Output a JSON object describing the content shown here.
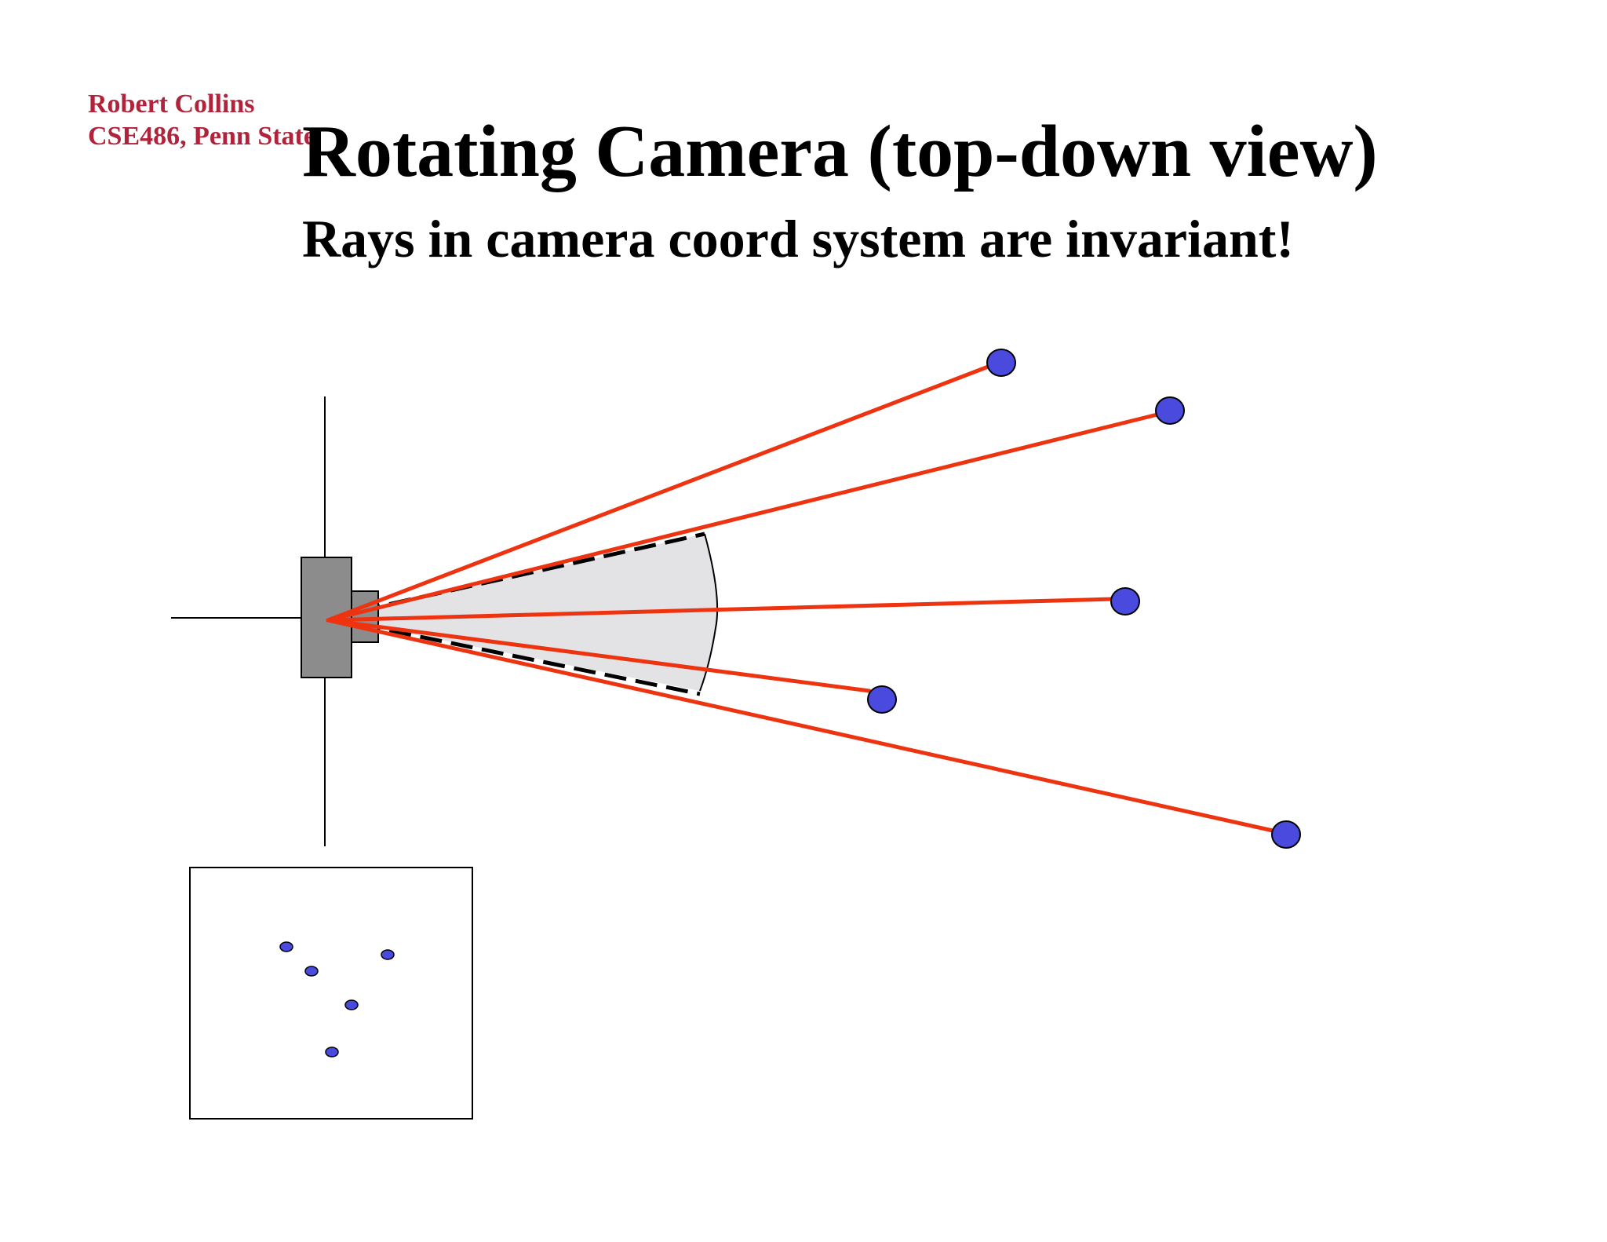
{
  "slide": {
    "header": {
      "author_name": "Robert Collins",
      "course": "CSE486, Penn State"
    },
    "title": "Rotating Camera (top-down view)",
    "subtitle": "Rays in camera coord system are invariant!"
  },
  "colors": {
    "header_red": "#b0233a",
    "ray_red": "#ee3311",
    "point_blue": "#4a4adf",
    "camera_gray": "#8c8c8c",
    "fov_gray": "#e3e3e5"
  },
  "diagram": {
    "camera": "camera-body",
    "scene_points": 5,
    "image_points": 5
  }
}
